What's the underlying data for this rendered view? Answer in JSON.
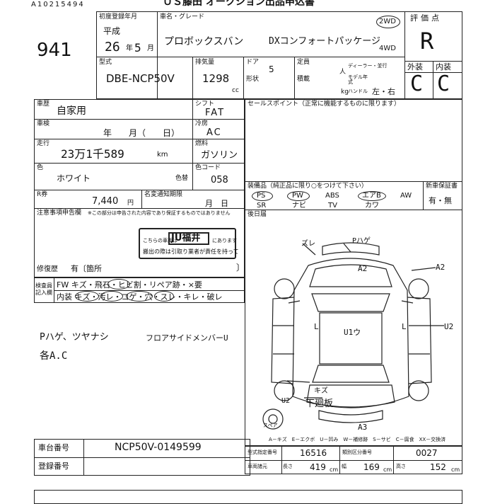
{
  "header": {
    "top_code": "A10215494",
    "title": "ＵＳ藤田 オークション出品申込書",
    "lot_no": "941"
  },
  "grid": {
    "first_reg_label": "初度登録年月",
    "era": "平成",
    "year": "26",
    "month": "5",
    "year_unit": "年",
    "month_unit": "月",
    "car_name_label": "車名・グレード",
    "car_name": "プロボックスバン",
    "grade": "DXコンフォートパッケージ",
    "drive_2wd": "2WD",
    "drive_4wd": "4WD",
    "eval_label": "評価点",
    "eval_score": "R",
    "model_label": "型式",
    "model": "DBE-NCP50V",
    "displacement_label": "排気量",
    "displacement": "1298",
    "cc": "cc",
    "doors_label": "ドア",
    "doors": "5",
    "capacity_label": "定員",
    "persons_unit": "人",
    "dealer_label": "ディーラー・並行",
    "shape_label": "形状",
    "load_label": "積載",
    "model_year_label": "モデル年式",
    "kg": "kg",
    "handle_label": "ハンドル",
    "handle_value": "左・右",
    "exterior_label": "外装",
    "interior_label": "内装",
    "exterior_grade": "C",
    "interior_grade": "C",
    "usage_label": "車歴",
    "usage": "自家用",
    "shift_label": "シフト",
    "shift": "FAT",
    "sales_point_label": "セールスポイント（正常に機能するものに限ります）",
    "inspection_label": "車検",
    "inspection_ym": "年　　月（　　日）",
    "aircon_label": "冷房",
    "aircon": "AC",
    "mileage_label": "走行",
    "mileage": "23万1千589",
    "km": "km",
    "fuel_label": "燃料",
    "fuel": "ガソリン",
    "color_label": "色",
    "color": "ホワイト",
    "color_swatch_label": "色替",
    "color_code_label": "色コード",
    "color_code": "058",
    "recycle_label": "R券",
    "recycle_fee": "7,440",
    "yen": "円",
    "name_change_label": "名変通知期限",
    "name_change_value": "月　日",
    "equipment_label": "装備品（純正品に限り○をつけて下さい）",
    "equipment": [
      "PS",
      "PW",
      "ABS",
      "エアB",
      "AW",
      "SR",
      "ナビ",
      "TV",
      "カワ"
    ],
    "new_record_label": "新車保証書",
    "new_record_value": "有・無",
    "notes_label": "注意事項申告欄",
    "notes_sub": "※この部分は申告された内容であり保証するものではありません",
    "rear_label": "後日届",
    "ju_text_1": "こちらの車両は",
    "ju_badge": "JU福井",
    "ju_text_2": "にあります",
    "ju_text_3": "搬出の際は引取り業者が責任を持って",
    "repair_label": "修復歴",
    "repair_value": "有〔箇所",
    "inspector_label": "検査員記入欄",
    "inspector_row1": "FW キズ・飛石・ヒビ割・リペア跡・×要",
    "inspector_row2": "内装 キズ・汚レ・コゲ・穴・スレ・キレ・破レ",
    "hand_notes_1": "Pハゲ、ツヤナシ",
    "hand_notes_2": "各A.C",
    "hand_notes_3": "フロアサイドメンバーU",
    "diagram": {
      "top_left": "ズレ",
      "top_mid": "Pハゲ",
      "hood": "A2",
      "right_fender": "A2",
      "left_door": "L",
      "roof": "U1ウ",
      "right_door": "L",
      "right_rear": "U2",
      "rear_left": "U2",
      "rear_scratch": "キズ",
      "rear_under": "下廻板",
      "bumper": "A3",
      "spare": "スペア",
      "legend": "A－キズ　E－エクボ　U－凹み　W－補修跡　S－サビ　C－腐食　XX－交換済"
    },
    "chassis_label": "車台番号",
    "chassis": "NCP50V-0149599",
    "reg_label": "登録番号",
    "type_no_label": "型式指定番号",
    "type_no": "16516",
    "class_no_label": "類別区分番号",
    "class_no": "0027",
    "length_label": "長さ",
    "length": "419",
    "width_label": "幅",
    "width": "169",
    "height_label": "高さ",
    "height": "152",
    "cm": "cm",
    "dims_label": "車両諸元"
  }
}
